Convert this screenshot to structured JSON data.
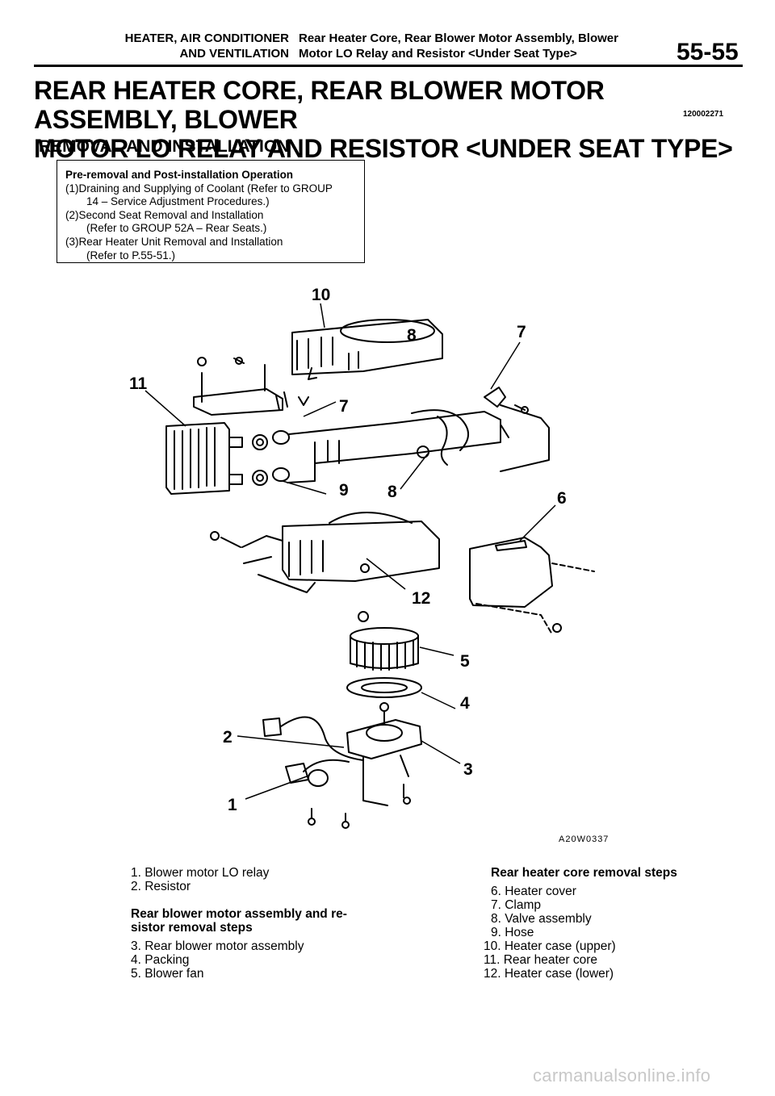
{
  "header": {
    "group_line1": "HEATER, AIR CONDITIONER",
    "group_line2": "AND VENTILATION",
    "topic_line1": "Rear Heater Core, Rear Blower Motor Assembly, Blower",
    "topic_line2": "Motor LO Relay and Resistor <Under Seat Type>",
    "page_number": "55-55"
  },
  "title": {
    "line1": "REAR HEATER CORE, REAR BLOWER MOTOR ASSEMBLY, BLOWER",
    "line2": "MOTOR LO RELAY AND RESISTOR <UNDER SEAT TYPE>",
    "code": "120002271"
  },
  "section_heading": "REMOVAL AND INSTALLATION",
  "pre_removal": {
    "title": "Pre-removal and Post-installation Operation",
    "items": [
      {
        "line1": "(1)Draining and Supplying of Coolant (Refer to GROUP",
        "line2": "14 – Service Adjustment Procedures.)"
      },
      {
        "line1": "(2)Second Seat Removal and Installation",
        "line2": "(Refer to GROUP 52A – Rear Seats.)"
      },
      {
        "line1": "(3)Rear Heater Unit Removal and Installation",
        "line2": "(Refer to P.55-51.)"
      }
    ]
  },
  "diagram": {
    "callouts": [
      "10",
      "8",
      "7",
      "11",
      "7",
      "9",
      "8",
      "6",
      "12",
      "5",
      "4",
      "2",
      "3",
      "1"
    ],
    "figure_code": "A20W0337"
  },
  "legend_left": {
    "items": [
      "1. Blower motor LO relay",
      "2. Resistor"
    ],
    "group_title_line1": "Rear blower motor assembly and re-",
    "group_title_line2": "sistor removal steps",
    "steps": [
      "3. Rear blower motor assembly",
      "4. Packing",
      "5. Blower fan"
    ]
  },
  "legend_right": {
    "group_title": "Rear heater core removal steps",
    "steps": [
      "6. Heater cover",
      "7. Clamp",
      "8. Valve assembly",
      "9. Hose",
      "10. Heater case (upper)",
      "11. Rear heater core",
      "12. Heater case (lower)"
    ]
  },
  "watermark": "carmanualsonline.info"
}
